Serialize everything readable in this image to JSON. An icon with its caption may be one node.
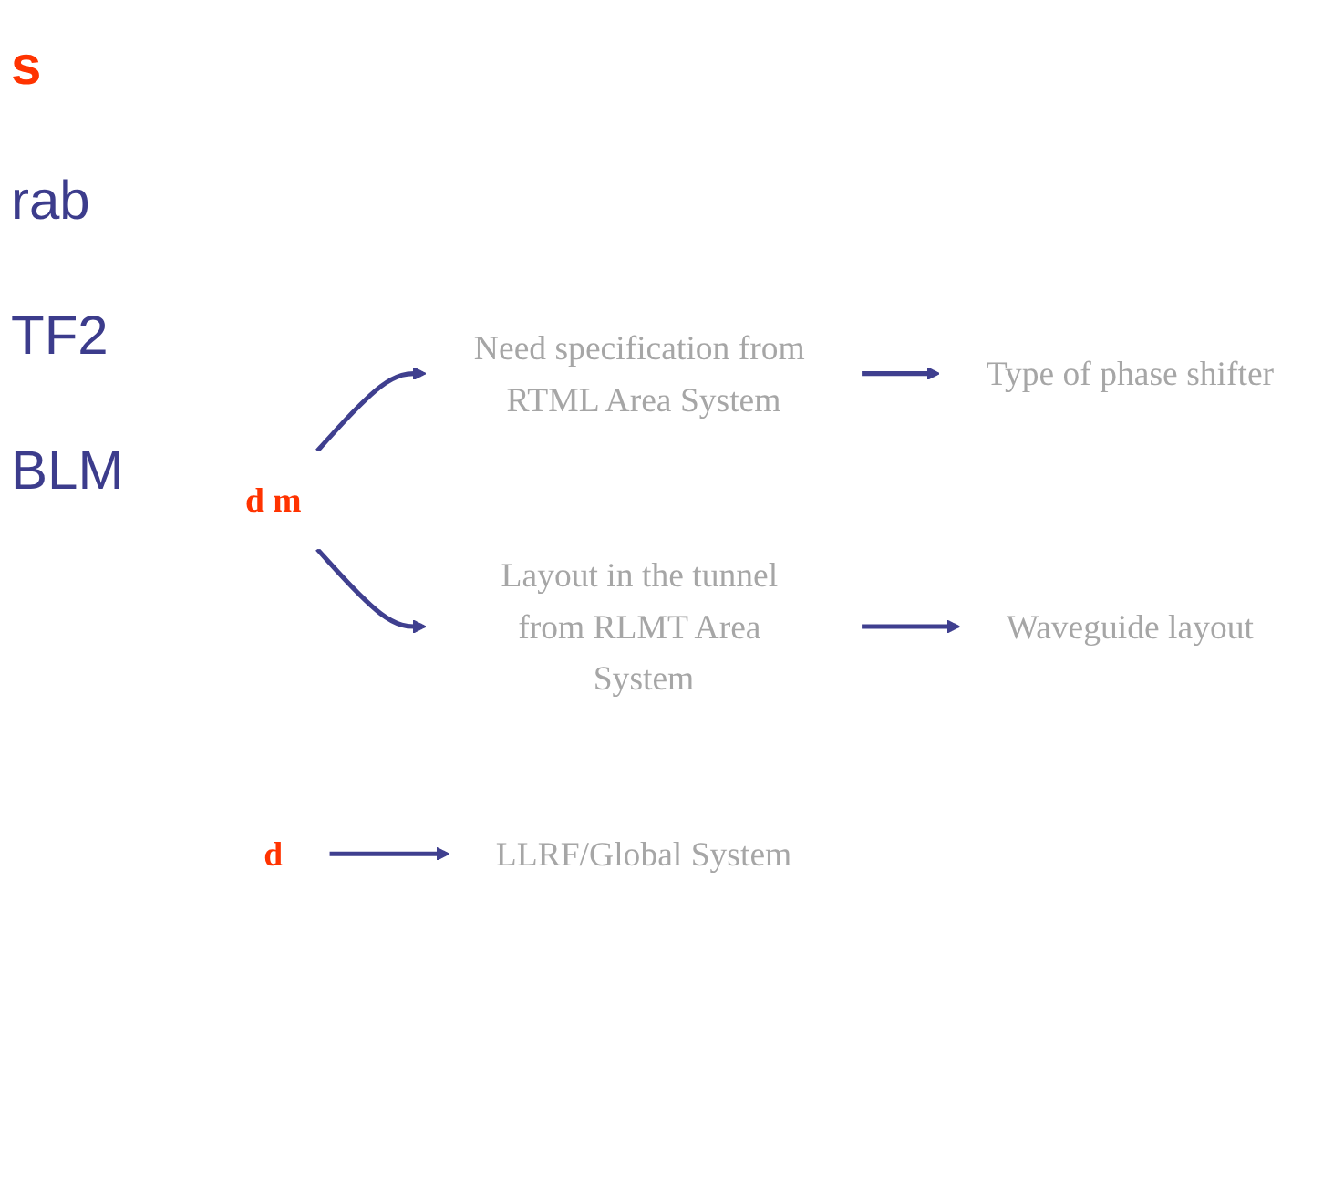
{
  "diagram": {
    "nodes": [
      {
        "text": [
          "d m"
        ]
      },
      {
        "text": [
          "Need specification from RTML Area System"
        ]
      },
      {
        "text": [
          "Type of phase shifter"
        ]
      },
      {
        "text": [
          "Layout in the tunnel from RLMT Area System"
        ]
      },
      {
        "text": [
          "Waveguide layout"
        ]
      },
      {
        "text": [
          "d"
        ]
      },
      {
        "text": [
          "LLRF/Global System"
        ]
      }
    ],
    "edges": [
      {
        "from": 0,
        "to": 1,
        "arrow": "to"
      },
      {
        "from": 0,
        "to": 3,
        "arrow": "to"
      },
      {
        "from": 1,
        "to": 2,
        "arrow": "to"
      },
      {
        "from": 3,
        "to": 4,
        "arrow": "to"
      },
      {
        "from": 5,
        "to": 6,
        "arrow": "to"
      }
    ],
    "labels": [
      "s",
      "rab",
      "TF2",
      "BLM"
    ]
  }
}
